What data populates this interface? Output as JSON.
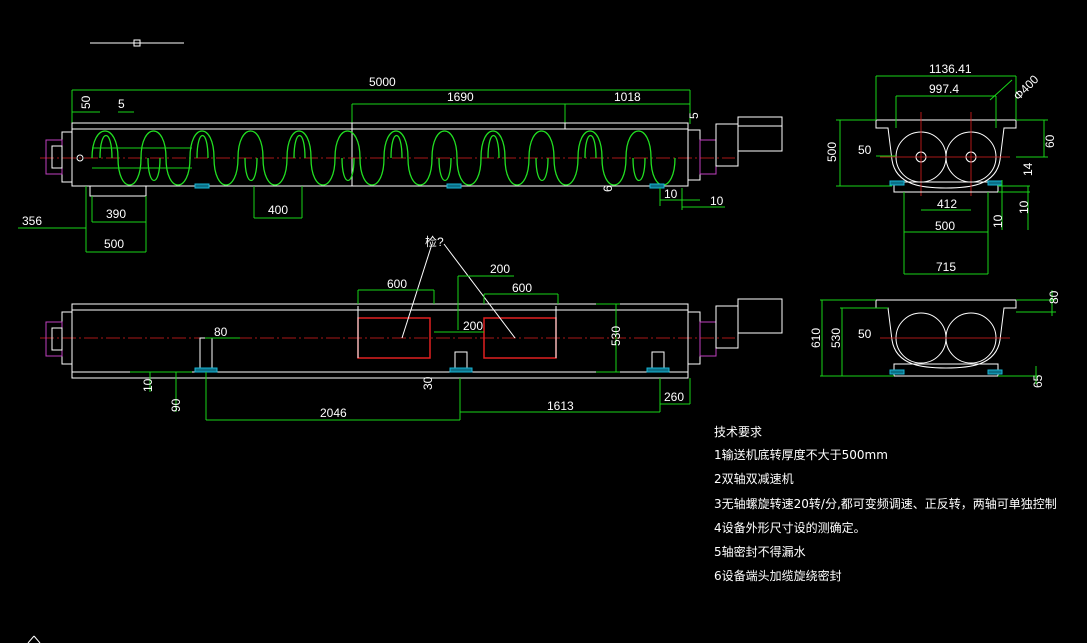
{
  "front_view": {
    "dims": {
      "overall": "5000",
      "d50": "50",
      "d5_left": "5",
      "d1690": "1690",
      "d1018": "1018",
      "d5_right": "5",
      "d356": "356",
      "d390": "390",
      "d500": "500",
      "d400": "400",
      "d6": "6",
      "d10_a": "10",
      "d10_b": "10"
    }
  },
  "top_view": {
    "callout": "检?",
    "dims": {
      "d600_a": "600",
      "d200_a": "200",
      "d600_b": "600",
      "d200_b": "200",
      "d80": "80",
      "d530": "530",
      "d10": "10",
      "d30": "30",
      "d90": "90",
      "d2046": "2046",
      "d1613": "1613",
      "d260": "260"
    }
  },
  "end_view_1": {
    "dims": {
      "d113641": "1136.41",
      "d9974": "997.4",
      "dphi": "Φ400",
      "d500": "500",
      "d50": "50",
      "d60": "60",
      "d412": "412",
      "d500b": "500",
      "d14": "14",
      "d10a": "10",
      "d10b": "10",
      "d715": "715"
    }
  },
  "end_view_2": {
    "dims": {
      "d80": "80",
      "d610": "610",
      "d530": "530",
      "d50": "50",
      "d65": "65"
    }
  },
  "notes": {
    "title": "技术要求",
    "items": [
      "1输送机底转厚度不大于500mm",
      "2双轴双减速机",
      "3无轴螺旋转速20转/分,都可变频调速、正反转，两轴可单独控制",
      "4设备外形尺寸设的测确定。",
      "5轴密封不得漏水",
      "6设备端头加缆旋绕密封"
    ]
  }
}
